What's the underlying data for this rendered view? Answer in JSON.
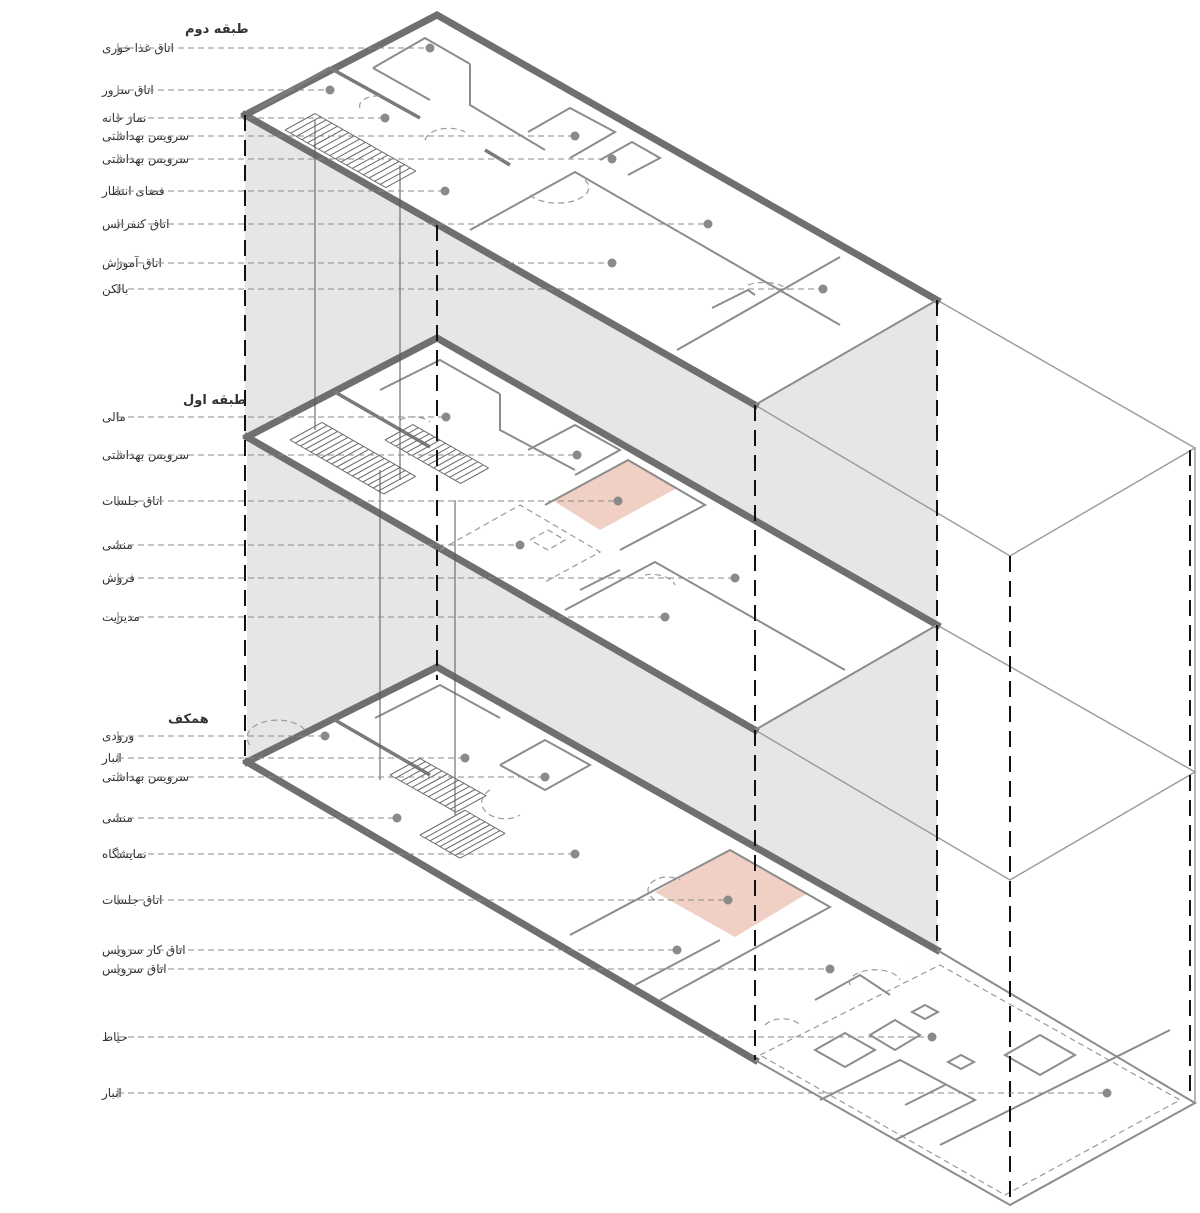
{
  "colors": {
    "wall": "#6f6f6f",
    "leader": "#8a8a8a",
    "shade": "#e6e6e6",
    "highlight": "#f0cfc4",
    "text": "#333333"
  },
  "floors": [
    {
      "id": "second-floor",
      "title": "طبقه دوم",
      "labels": [
        "اتاق غذا خوری",
        "اتاق سرور",
        "نماز خانه",
        "سرویس بهداشتی",
        "سرویس بهداشتی",
        "فضای انتظار",
        "اتاق کنفرانس",
        "اتاق آموزش",
        "بالکن"
      ]
    },
    {
      "id": "first-floor",
      "title": "طبقه اول",
      "labels": [
        "مالی",
        "سرویس بهداشتی",
        "اتاق جلسات",
        "منشی",
        "فروش",
        "مدیریت"
      ]
    },
    {
      "id": "ground-floor",
      "title": "همکف",
      "labels": [
        "ورودی",
        "انبار",
        "سرویس بهداشتی",
        "منشی",
        "نمایشگاه",
        "اتاق جلسات",
        "اتاق کار سرویس",
        "اتاق سرویس",
        "حیاط",
        "انبار"
      ]
    }
  ]
}
